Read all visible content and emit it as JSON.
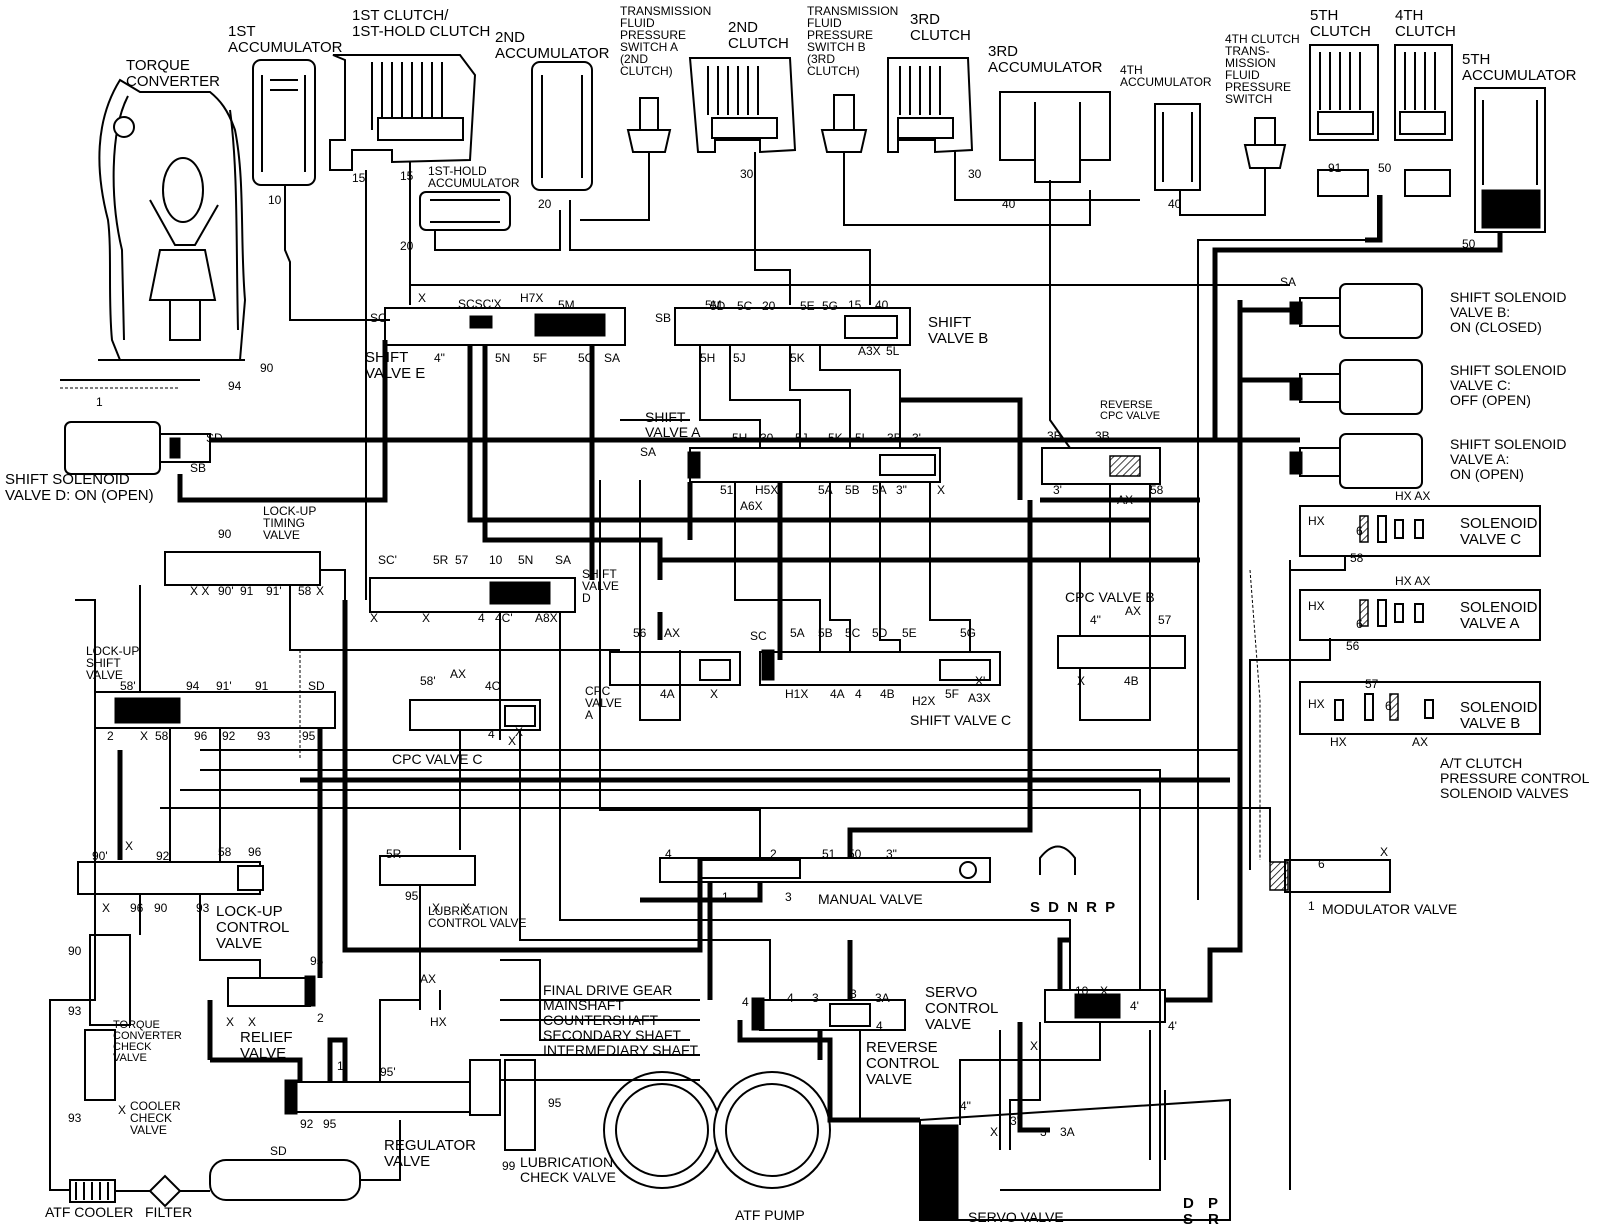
{
  "components": {
    "torque_converter": [
      "TORQUE",
      "CONVERTER"
    ],
    "first_accumulator": [
      "1ST",
      "ACCUMULATOR"
    ],
    "first_clutch": [
      "1ST CLUTCH/",
      "1ST-HOLD CLUTCH"
    ],
    "second_accumulator": [
      "2ND",
      "ACCUMULATOR"
    ],
    "first_hold_accumulator": [
      "1ST-HOLD",
      "ACCUMULATOR"
    ],
    "pressure_switch_a": [
      "TRANSMISSION",
      "FLUID",
      "PRESSURE",
      "SWITCH A",
      "(2ND",
      "CLUTCH)"
    ],
    "second_clutch": [
      "2ND",
      "CLUTCH"
    ],
    "pressure_switch_b": [
      "TRANSMISSION",
      "FLUID",
      "PRESSURE",
      "SWITCH B",
      "(3RD",
      "CLUTCH)"
    ],
    "third_clutch": [
      "3RD",
      "CLUTCH"
    ],
    "third_accumulator": [
      "3RD",
      "ACCUMULATOR"
    ],
    "fourth_accumulator": [
      "4TH",
      "ACCUMULATOR"
    ],
    "fourth_clutch_switch": [
      "4TH CLUTCH",
      "TRANS-",
      "MISSION",
      "FLUID",
      "PRESSURE",
      "SWITCH"
    ],
    "fifth_clutch": [
      "5TH",
      "CLUTCH"
    ],
    "fourth_clutch": [
      "4TH",
      "CLUTCH"
    ],
    "fifth_accumulator": [
      "5TH",
      "ACCUMULATOR"
    ],
    "shift_solenoid_b": [
      "SHIFT SOLENOID",
      "VALVE B:",
      "ON (CLOSED)"
    ],
    "shift_solenoid_c": [
      "SHIFT SOLENOID",
      "VALVE C:",
      "OFF (OPEN)"
    ],
    "shift_solenoid_a": [
      "SHIFT SOLENOID",
      "VALVE A:",
      "ON (OPEN)"
    ],
    "shift_solenoid_d": [
      "SHIFT SOLENOID",
      "VALVE D: ON (OPEN)"
    ],
    "shift_valve_e": [
      "SHIFT",
      "VALVE E"
    ],
    "shift_valve_b": [
      "SHIFT",
      "VALVE B"
    ],
    "shift_valve_a": [
      "SHIFT",
      "VALVE A"
    ],
    "reverse_cpc_valve": [
      "REVERSE",
      "CPC VALVE"
    ],
    "lockup_timing_valve": [
      "LOCK-UP",
      "TIMING",
      "VALVE"
    ],
    "shift_valve_d": [
      "SHIFT",
      "VALVE",
      "D"
    ],
    "solenoid_valve_c": [
      "SOLENOID",
      "VALVE C"
    ],
    "solenoid_valve_a": [
      "SOLENOID",
      "VALVE A"
    ],
    "solenoid_valve_b": [
      "SOLENOID",
      "VALVE B"
    ],
    "cpc_valve_b": [
      "CPC VALVE B"
    ],
    "lockup_shift_valve": [
      "LOCK-UP",
      "SHIFT",
      "VALVE"
    ],
    "cpc_valve_a": [
      "CPC",
      "VALVE",
      "A"
    ],
    "cpc_valve_c": [
      "CPC VALVE C"
    ],
    "shift_valve_c": [
      "SHIFT VALVE C"
    ],
    "atclutch_pressure_control": [
      "A/T CLUTCH",
      "PRESSURE CONTROL",
      "SOLENOID VALVES"
    ],
    "lockup_control_valve": [
      "LOCK-UP",
      "CONTROL",
      "VALVE"
    ],
    "lubrication_control_valve": [
      "LUBRICATION",
      "CONTROL VALVE"
    ],
    "manual_valve": [
      "MANUAL VALVE"
    ],
    "modulator_valve": [
      "MODULATOR VALVE"
    ],
    "torque_converter_check_valve": [
      "TORQUE",
      "CONVERTER",
      "CHECK",
      "VALVE"
    ],
    "relief_valve": [
      "RELIEF",
      "VALVE"
    ],
    "servo_control_valve": [
      "SERVO",
      "CONTROL",
      "VALVE"
    ],
    "reverse_control_valve": [
      "REVERSE",
      "CONTROL",
      "VALVE"
    ],
    "cooler_check_valve": [
      "COOLER",
      "CHECK",
      "VALVE"
    ],
    "regulator_valve": [
      "REGULATOR",
      "VALVE"
    ],
    "lubrication_check_valve": [
      "LUBRICATION",
      "CHECK VALVE"
    ],
    "atf_pump": [
      "ATF PUMP"
    ],
    "servo_valve": [
      "SERVO VALVE"
    ],
    "atf_cooler": "ATF COOLER",
    "filter": "FILTER"
  },
  "shaft_list": [
    "FINAL DRIVE GEAR",
    "MAINSHAFT",
    "COUNTERSHAFT",
    "SECONDARY SHAFT",
    "INTERMEDIARY SHAFT"
  ],
  "manual_positions": "S D N R P",
  "servo_positions": [
    "D",
    "S",
    "P",
    "R"
  ],
  "ports": [
    "10",
    "15",
    "15",
    "20",
    "20",
    "30",
    "30",
    "40",
    "40",
    "50",
    "50",
    "91",
    "90",
    "94",
    "1",
    "SD",
    "SB",
    "SC",
    "SA",
    "SB",
    "X",
    "SCSC'X",
    "H7X",
    "5M",
    "5M",
    "5D",
    "5C",
    "20",
    "5E",
    "5G",
    "15",
    "40",
    "4\"",
    "5N",
    "5F",
    "5C",
    "SA",
    "5H",
    "5J",
    "5K",
    "A3X",
    "5L",
    "5H",
    "30",
    "5J",
    "5K",
    "5L",
    "3B",
    "3'",
    "SA",
    "51",
    "H5X",
    "A6X",
    "5A",
    "5B",
    "5A",
    "3\"",
    "X",
    "3B",
    "3B",
    "3'",
    "AX",
    "58",
    "HX",
    "6",
    "58",
    "HX AX",
    "HX",
    "6",
    "56",
    "HX AX",
    "HX",
    "6",
    "57",
    "HX",
    "AX",
    "SC'",
    "5R",
    "57",
    "10",
    "5N",
    "SA",
    "X",
    "X",
    "4",
    "4C'",
    "A8X",
    "56",
    "AX",
    "SC",
    "5A",
    "5B",
    "5C",
    "5D",
    "5E",
    "5G",
    "4A",
    "X",
    "H1X",
    "4A",
    "4",
    "4B",
    "H2X",
    "5F",
    "A3X",
    "X'",
    "4\"",
    "AX",
    "57",
    "X",
    "4B",
    "58'",
    "AX",
    "4C",
    "X",
    "4",
    "X",
    "90",
    "X X",
    "90'",
    "91",
    "91'",
    "58",
    "X",
    "58'",
    "94",
    "91'",
    "91",
    "SD",
    "2",
    "X",
    "58",
    "96",
    "92",
    "93",
    "95",
    "90'",
    "X",
    "92",
    "58",
    "96",
    "X",
    "96",
    "90",
    "93",
    "5R",
    "95",
    "X",
    "X",
    "4",
    "2",
    "51",
    "50",
    "3\"",
    "1",
    "3",
    "6",
    "X",
    "1",
    "90",
    "93",
    "93",
    "X",
    "95",
    "X",
    "X",
    "2",
    "AX",
    "HX",
    "1",
    "92",
    "95",
    "95'",
    "95",
    "99",
    "SD",
    "4",
    "4",
    "3",
    "3",
    "3A",
    "4",
    "X",
    "10",
    "X",
    "4'",
    "4'",
    "4\"",
    "X",
    "3'",
    "3",
    "3A"
  ]
}
